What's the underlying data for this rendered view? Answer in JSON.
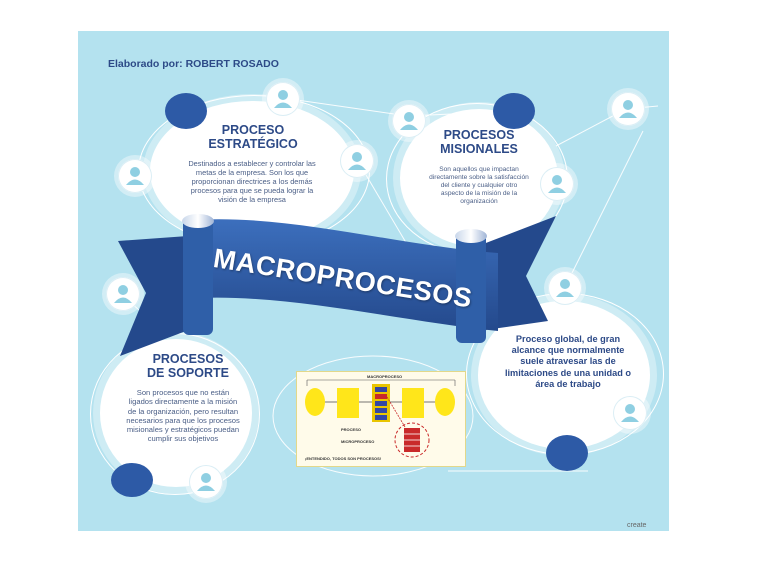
{
  "author": "Elaborado por: ROBERT ROSADO",
  "banner": {
    "text": "MACROPROCESOS"
  },
  "sections": {
    "estrategico": {
      "title": "PROCESO\nESTRATÉGICO",
      "description": "Destinados a establecer y controlar las\nmetas de la empresa. Son los que\nproporcionan directrices a los demás\nprocesos para que se pueda lograr la\nvisión de la empresa"
    },
    "misionales": {
      "title": "PROCESOS\nMISIONALES",
      "description": "Son aquellos que impactan\ndirectamente sobre la satisfacción\ndel cliente y cualquier otro\naspecto de la misión de la\norganización"
    },
    "soporte": {
      "title": "PROCESOS\nDE SOPORTE",
      "description": "Son procesos que no están\nligados directamente a la misión\nde la organización, pero resultan\nnecesarios para que los procesos\nmisionales y estratégicos puedan\ncumplir sus objetivos"
    },
    "global": {
      "description": "Proceso global, de gran\nalcance que normalmente\nsuele atravesar las de\nlimitaciones de una unidad o\nárea de trabajo"
    }
  },
  "diagram": {
    "top_label": "MACROPROCESO",
    "mid_label": "PROCESO",
    "sub_label": "MICROPROCESO",
    "bottom_label": "¡ENTENDIDO, TODOS SON PROCESOS!"
  },
  "watermark": "create",
  "colors": {
    "background": "#b4e2ef",
    "banner": "#2f5fa8",
    "dark_circle": "#2d5aa6",
    "title": "#2d4a87"
  },
  "icons": [
    "user-icon"
  ]
}
